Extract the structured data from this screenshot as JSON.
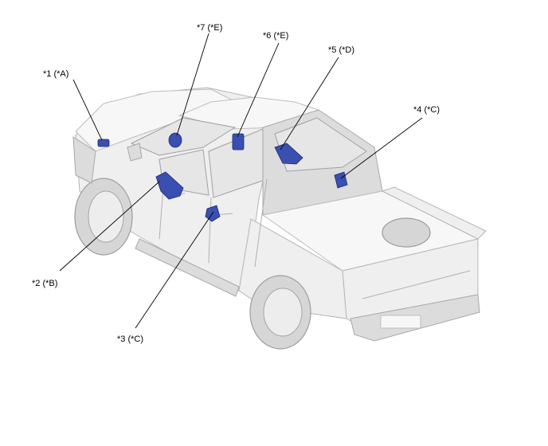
{
  "callouts": [
    {
      "id": "1",
      "label": "*1 (*A)"
    },
    {
      "id": "2",
      "label": "*2 (*B)"
    },
    {
      "id": "3",
      "label": "*3 (*C)"
    },
    {
      "id": "4",
      "label": "*4 (*C)"
    },
    {
      "id": "5",
      "label": "*5 (*D)"
    },
    {
      "id": "6",
      "label": "*6 (*E)"
    },
    {
      "id": "7",
      "label": "*7 (*E)"
    }
  ],
  "colors": {
    "part_highlight": "#3b4fb0",
    "leader_line": "#000000"
  }
}
